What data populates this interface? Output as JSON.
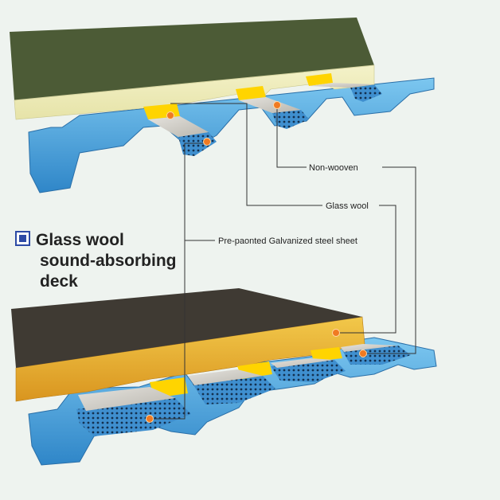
{
  "title_lines": [
    "Glass wool",
    "sound-absorbing",
    "deck"
  ],
  "callouts": {
    "non_woven": "Non-wooven",
    "glass_wool": "Glass wool",
    "steel_sheet": "Pre-paonted Galvanized steel sheet"
  },
  "icons": {
    "bullet": "square-bullet-icon"
  },
  "colors": {
    "roof_membrane_top": "#4c5b36",
    "roof_membrane_bottom": "#3f3a33",
    "insulation_top": "#ecebb4",
    "insulation_bottom": "#e9b235",
    "steel_deck": "#4aa5df",
    "glass_wool_fill": "#ffd400",
    "non_woven": "#cfcdc8",
    "marker_dot": "#f07a22",
    "bullet": "#2d4aa5"
  }
}
